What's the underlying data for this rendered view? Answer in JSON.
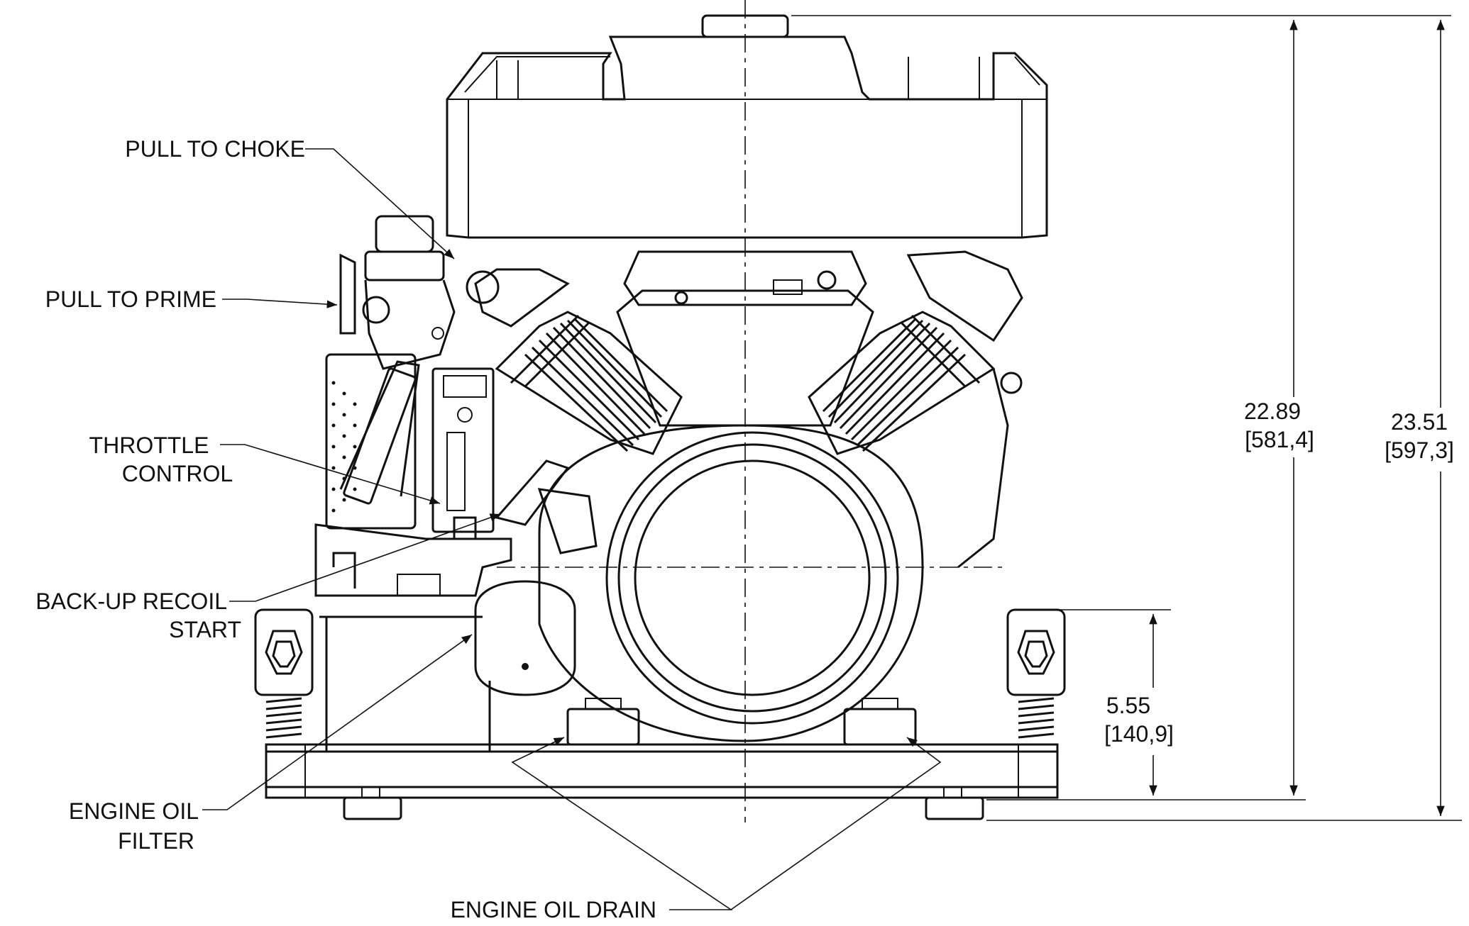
{
  "callouts": {
    "pull_to_choke": "PULL TO CHOKE",
    "pull_to_prime": "PULL TO PRIME",
    "throttle_control_line1": "THROTTLE",
    "throttle_control_line2": "CONTROL",
    "backup_recoil_line1": "BACK-UP RECOIL",
    "backup_recoil_line2": "START",
    "oil_filter_line1": "ENGINE OIL",
    "oil_filter_line2": "FILTER",
    "oil_drain": "ENGINE OIL DRAIN"
  },
  "dimensions": {
    "height_to_mount_in": "22.89",
    "height_to_mount_mm": "[581,4]",
    "overall_height_in": "23.51",
    "overall_height_mm": "[597,3]",
    "mount_height_in": "5.55",
    "mount_height_mm": "[140,9]"
  }
}
